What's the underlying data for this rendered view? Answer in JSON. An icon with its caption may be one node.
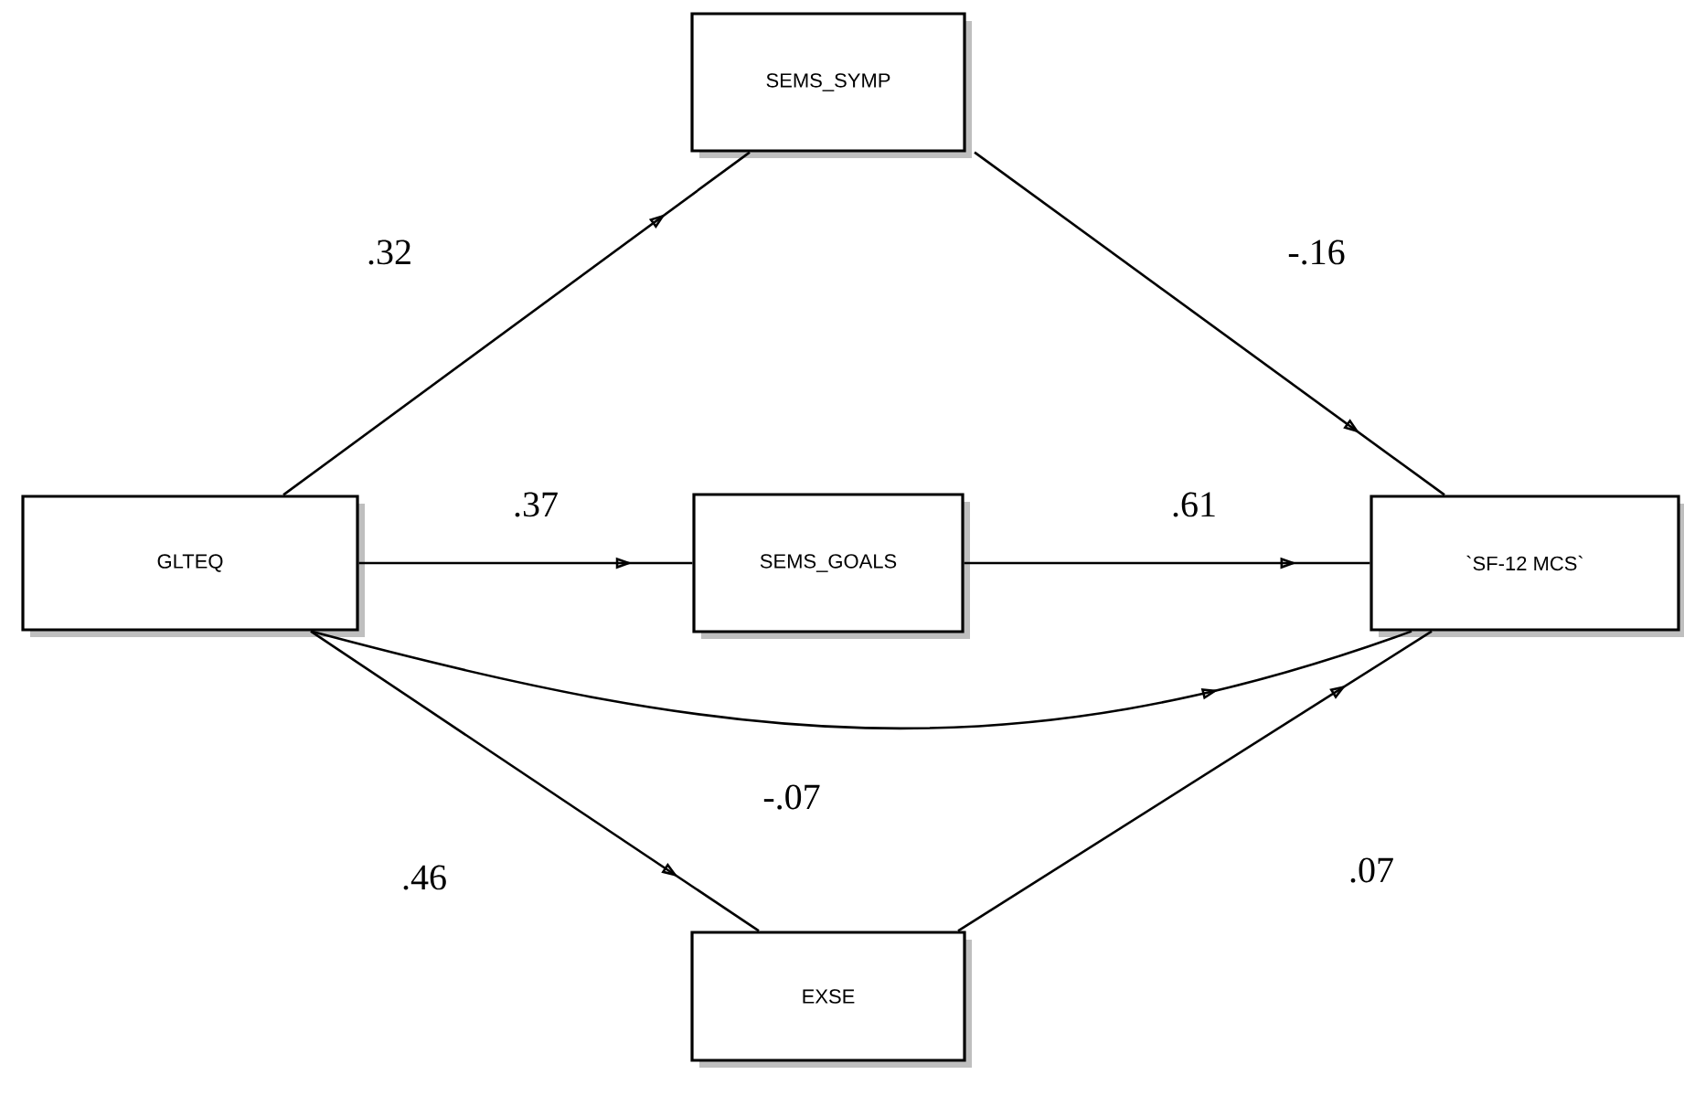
{
  "diagram": {
    "nodes": [
      {
        "text": [
          "SEMS_SYMP"
        ]
      },
      {
        "text": [
          "GLTEQ"
        ]
      },
      {
        "text": [
          "SEMS_GOALS"
        ]
      },
      {
        "text": [
          "`SF-12 MCS`"
        ]
      },
      {
        "text": [
          "EXSE"
        ]
      }
    ],
    "edges": [
      {
        "from": 1,
        "to": 0,
        "arrow": "to",
        "label": ".32"
      },
      {
        "from": 0,
        "to": 3,
        "arrow": "to",
        "label": "-.16"
      },
      {
        "from": 1,
        "to": 2,
        "arrow": "to",
        "label": ".37"
      },
      {
        "from": 2,
        "to": 3,
        "arrow": "to",
        "label": ".61"
      },
      {
        "from": 1,
        "to": 3,
        "arrow": "to",
        "label": "-.07"
      },
      {
        "from": 1,
        "to": 4,
        "arrow": "to",
        "label": ".46"
      },
      {
        "from": 4,
        "to": 3,
        "arrow": "to",
        "label": ".07"
      }
    ]
  }
}
